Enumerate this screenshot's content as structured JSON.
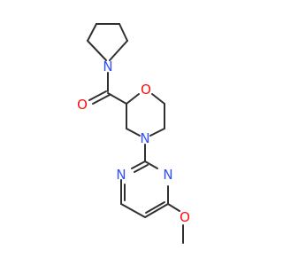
{
  "colors": {
    "bond": "#303030",
    "nitrogen": "#3050F8",
    "oxygen": "#FF0D0D",
    "background": "#FFFFFF"
  },
  "atoms": {
    "pyrrolidine_n": "N",
    "carbonyl_o": "O",
    "morpholine_o": "O",
    "morpholine_n": "N",
    "pyrimidine_n1": "N",
    "pyrimidine_n3": "N",
    "methoxy_o": "O"
  }
}
